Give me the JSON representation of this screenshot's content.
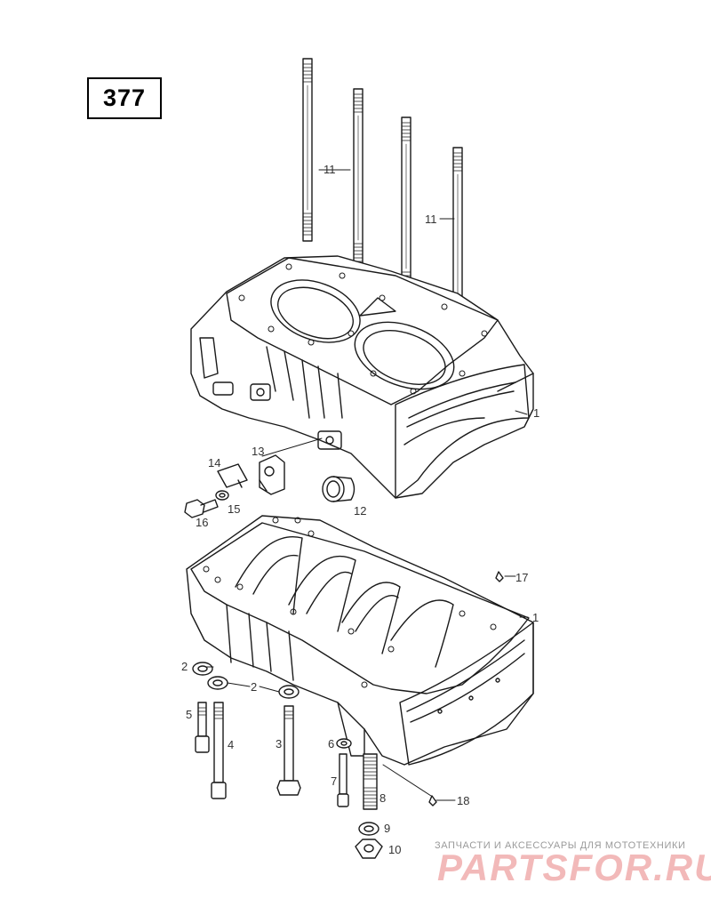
{
  "page_number": "377",
  "callouts": {
    "c1_upper": "1",
    "c1_lower": "1",
    "c2_left": "2",
    "c2_mid": "2",
    "c3": "3",
    "c4": "4",
    "c5": "5",
    "c6": "6",
    "c7": "7",
    "c8": "8",
    "c9": "9",
    "c10": "10",
    "c11_left": "11",
    "c11_right": "11",
    "c12": "12",
    "c13": "13",
    "c14": "14",
    "c15": "15",
    "c16": "16",
    "c17": "17",
    "c18": "18"
  },
  "watermark": {
    "tagline": "ЗАПЧАСТИ И АКСЕССУАРЫ ДЛЯ МОТОТЕХНИКИ",
    "brand": "PARTSFOR.RU"
  },
  "colors": {
    "line": "#1a1a1a",
    "watermark_brand": "#f2b9b9",
    "watermark_text": "#9a9a9a"
  }
}
